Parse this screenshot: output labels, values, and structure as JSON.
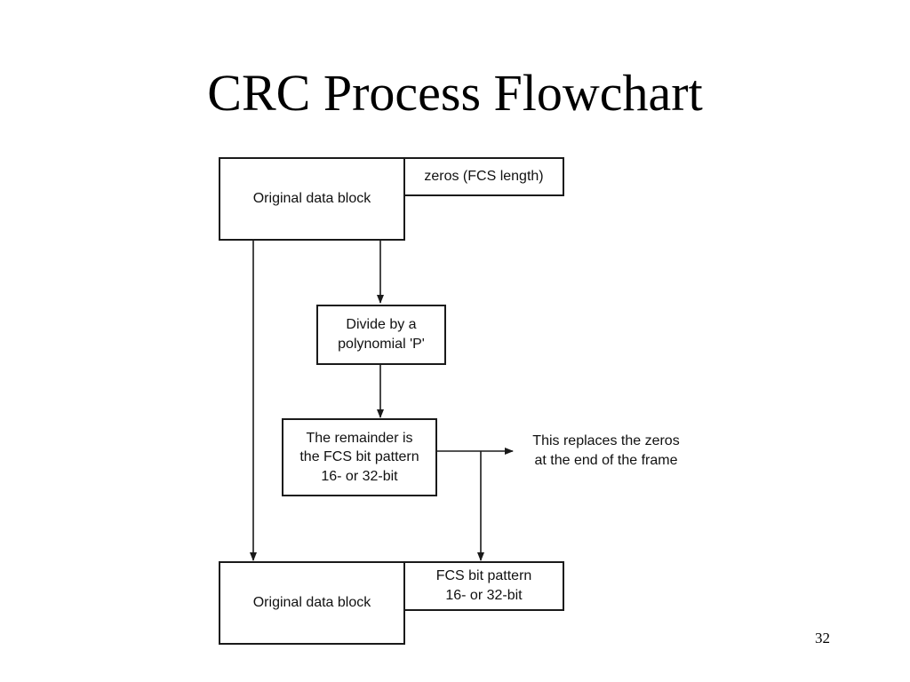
{
  "slide": {
    "title": "CRC Process Flowchart",
    "page_number": "32"
  },
  "diagram": {
    "top_data_block": "Original data block",
    "zeros_field": "zeros (FCS length)",
    "divide_step": "Divide by a\npolynomial 'P'",
    "remainder_step": "The remainder is\nthe FCS bit pattern\n16- or 32-bit",
    "replace_note": "This replaces the zeros\nat the end of the frame",
    "bottom_data_block": "Original data block",
    "fcs_field": "FCS bit pattern\n16- or 32-bit"
  }
}
